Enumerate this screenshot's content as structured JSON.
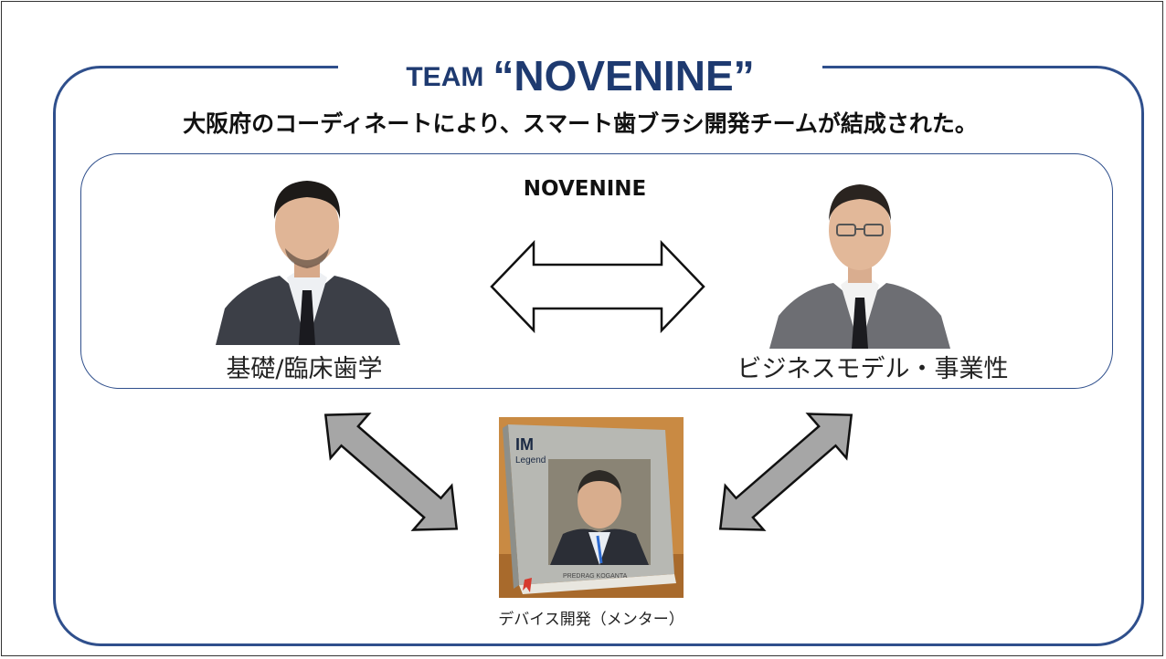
{
  "title": {
    "prefix": "TEAM",
    "name": "“NOVENINE”"
  },
  "subtitle": "大阪府のコーディネートにより、スマート歯ブラシ開発チームが結成された。",
  "team": {
    "label": "NOVENINE",
    "member_left": {
      "role": "基礎/臨床歯学"
    },
    "member_right": {
      "role": "ビジネスモデル・事業性"
    }
  },
  "mentor": {
    "role": "デバイス開発（メンター）",
    "book": {
      "logo": "IM",
      "subtitle": "Legend",
      "footer": "PREDRAG KOGANTA"
    }
  },
  "colors": {
    "frame": "#2f4f8c",
    "title": "#1e3a70",
    "arrow_fill": "#a6a6a6"
  }
}
